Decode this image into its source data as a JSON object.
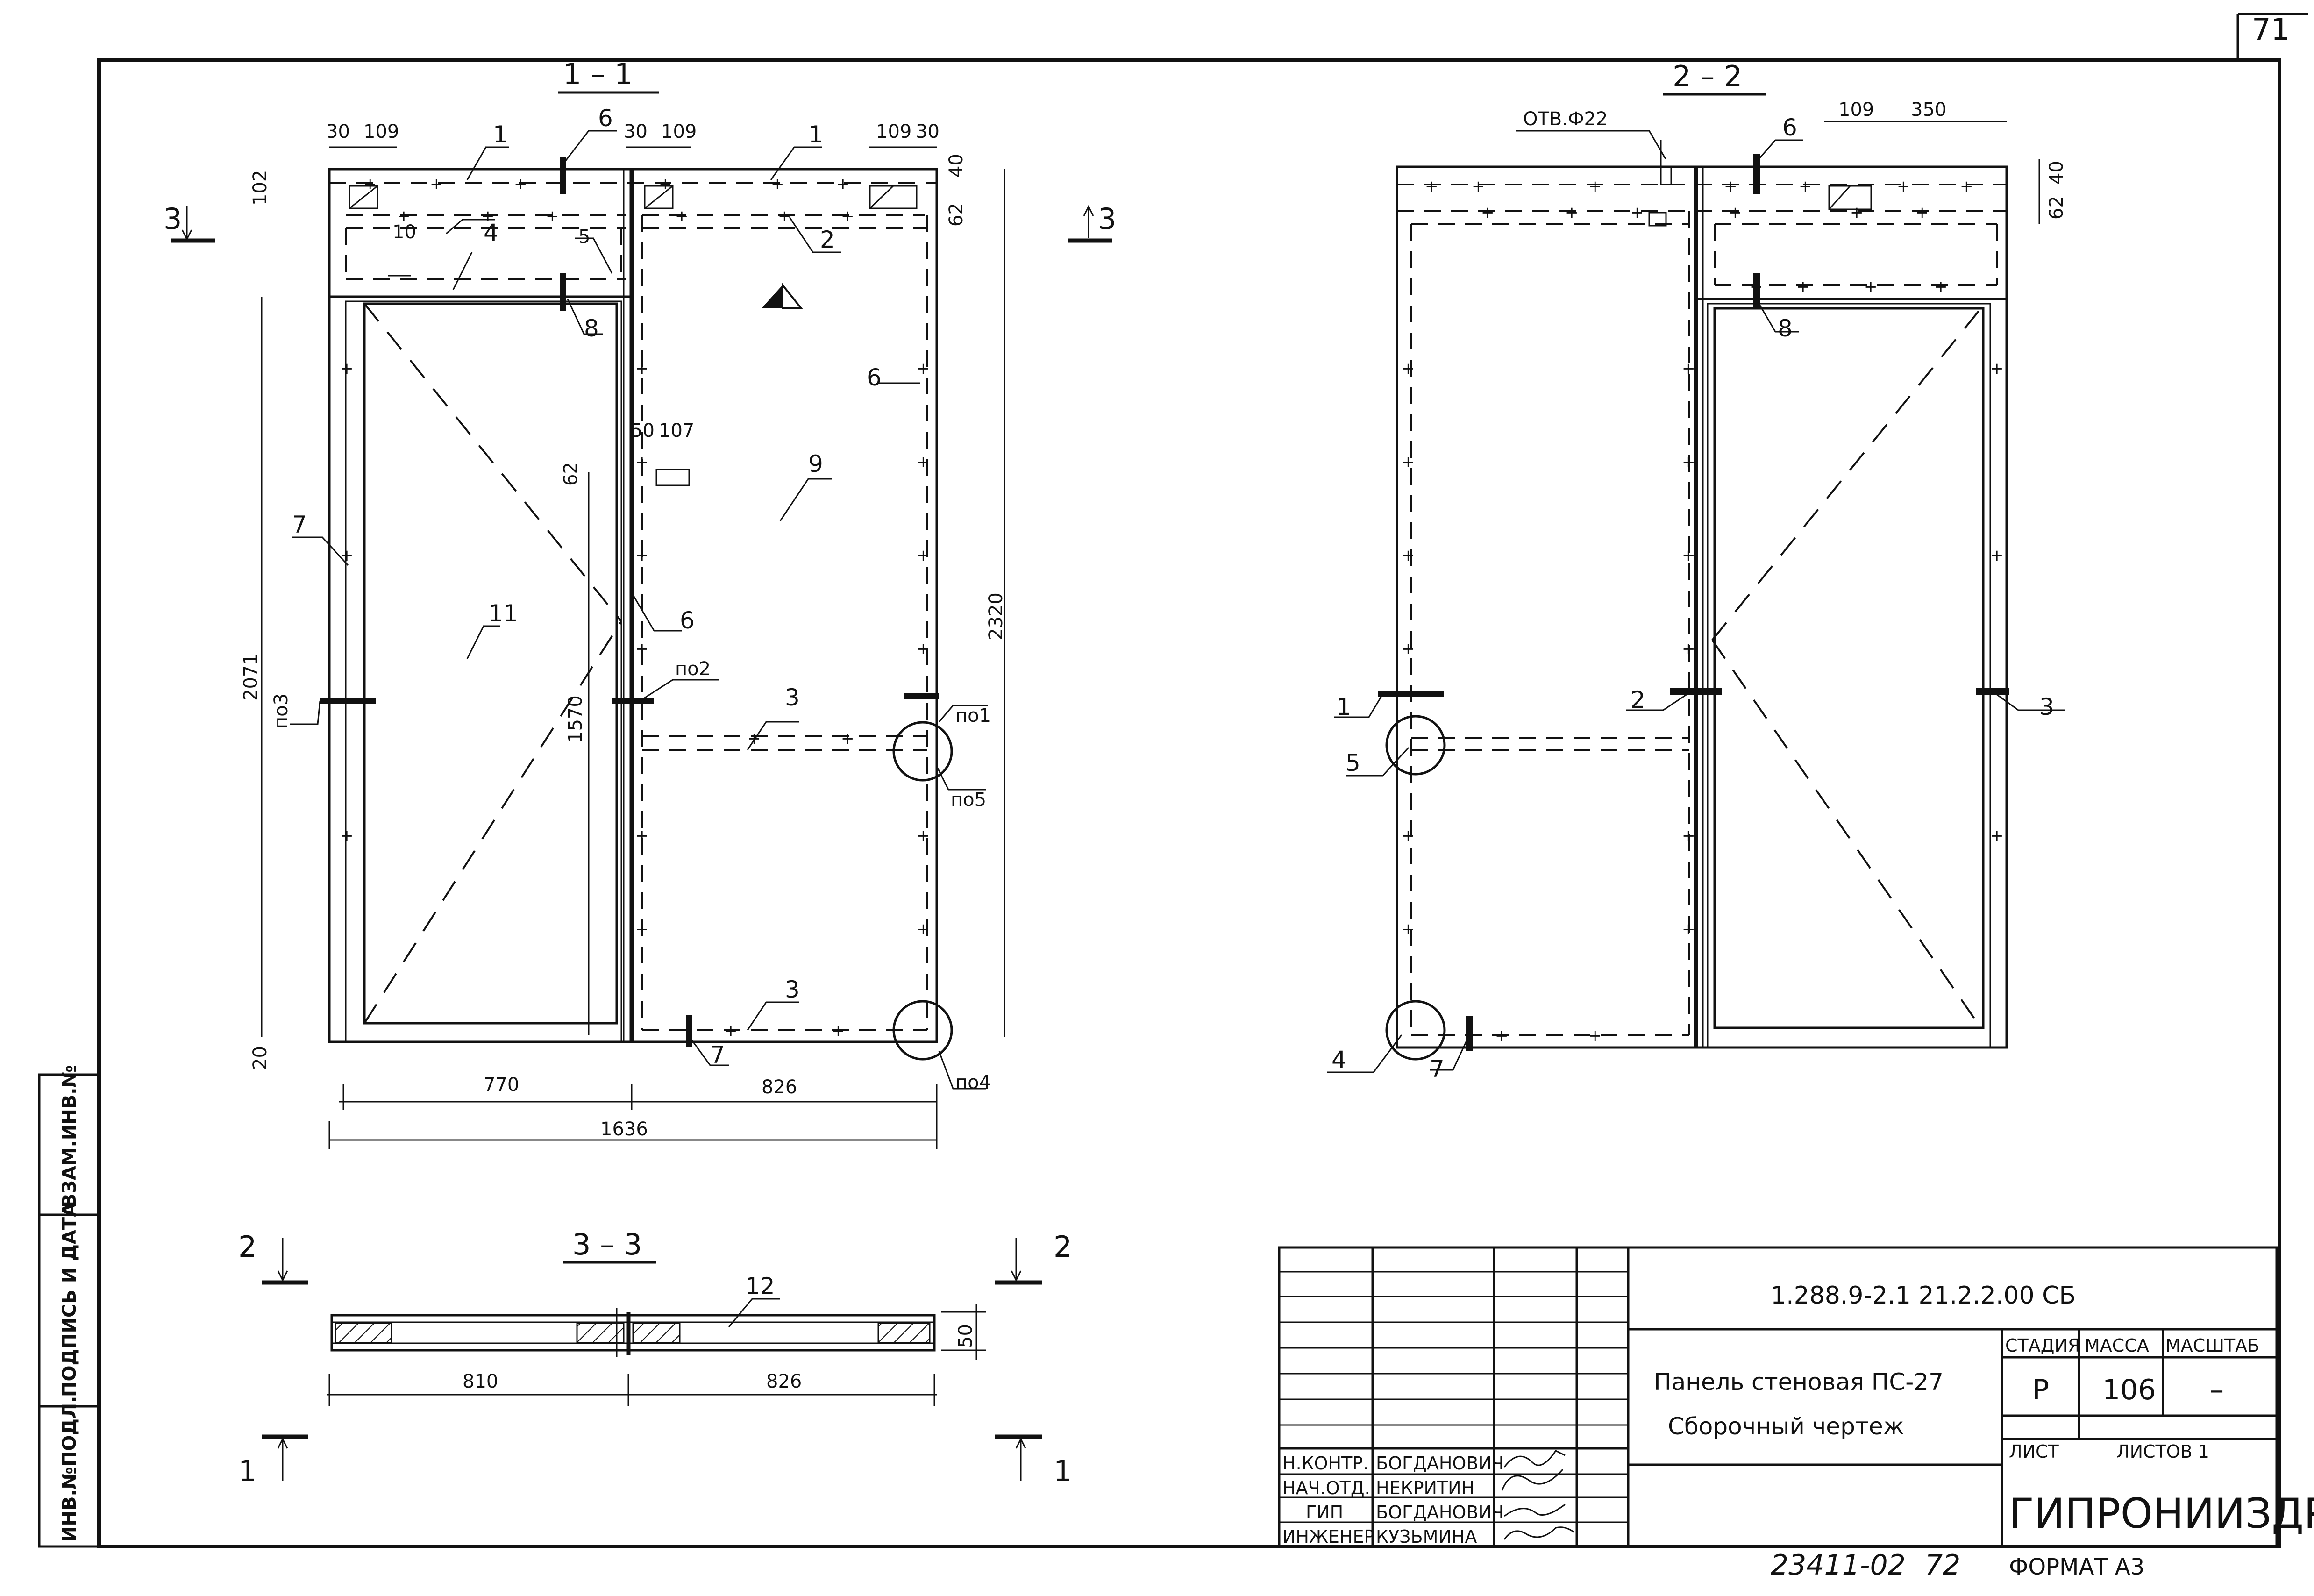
{
  "sheet": {
    "page_number": "71",
    "catalogue_number": "23411-02",
    "bottom_page": "72",
    "format": "ФОРМАТ А3"
  },
  "side_stamp": {
    "fields": [
      "ИНВ.№ПОДЛ.",
      "ПОДПИСЬ И ДАТА",
      "ВЗАМ.ИНВ.№"
    ]
  },
  "section_1_1": {
    "title": "1 – 1",
    "marker_left": "3",
    "marker_right": "3",
    "dims": {
      "top_a": "30",
      "top_b": "109",
      "top_c": "30",
      "top_d": "109",
      "top_e": "109",
      "top_f": "30",
      "left_top": "102",
      "right_top_a": "40",
      "right_top_b": "62",
      "height": "2071",
      "bottom_left": "20",
      "right_height": "2320",
      "inner_a": "50",
      "inner_b": "107",
      "inner_c": "62",
      "inner_height": "1570",
      "width_left": "770",
      "width_right": "826",
      "width_total": "1636"
    },
    "callouts": {
      "c1a": "1",
      "c1b": "1",
      "c2": "2",
      "c3a": "3",
      "c3b": "3",
      "c4": "4",
      "c5": "5",
      "c6a": "6",
      "c6b": "6",
      "c6c": "6",
      "c7a": "7",
      "c7b": "7",
      "c8": "8",
      "c9": "9",
      "c10": "10",
      "c11": "11",
      "p1": "по1",
      "p2": "по2",
      "p3": "по3",
      "p4": "по4",
      "p5": "по5"
    }
  },
  "section_2_2": {
    "title": "2 – 2",
    "hole_label": "ОТВ.Ф22",
    "dims": {
      "top_a": "109",
      "top_b": "350",
      "right_a": "62",
      "right_b": "40"
    },
    "callouts": {
      "c1": "1",
      "c2": "2",
      "c3": "3",
      "c4": "4",
      "c5": "5",
      "c6": "6",
      "c7": "7",
      "c8": "8"
    }
  },
  "section_3_3": {
    "title": "3 – 3",
    "callout_12": "12",
    "thickness": "50",
    "width_left": "810",
    "width_right": "826",
    "marker_top_left": "2",
    "marker_top_right": "2",
    "marker_bottom_left": "1",
    "marker_bottom_right": "1"
  },
  "title_block": {
    "designation": "1.288.9-2.1 21.2.2.00 СБ",
    "name_line1": "Панель стеновая ПС-27",
    "name_line2": "Сборочный чертеж",
    "stage_header": "СТАДИЯ",
    "mass_header": "МАССА",
    "scale_header": "МАСШТАБ",
    "stage_value": "Р",
    "mass_value": "106",
    "scale_value": "–",
    "sheet_label": "ЛИСТ",
    "sheets_label": "ЛИСТОВ 1",
    "organization": "ГИПРОНИИЗДРАВ",
    "signatures": [
      {
        "role": "Н.КОНТР.",
        "name": "БОГДАНОВИЧ"
      },
      {
        "role": "НАЧ.ОТД.",
        "name": "НЕКРИТИН"
      },
      {
        "role": "ГИП",
        "name": "БОГДАНОВИЧ"
      },
      {
        "role": "ИНЖЕНЕР",
        "name": "КУЗЬМИНА"
      }
    ]
  }
}
